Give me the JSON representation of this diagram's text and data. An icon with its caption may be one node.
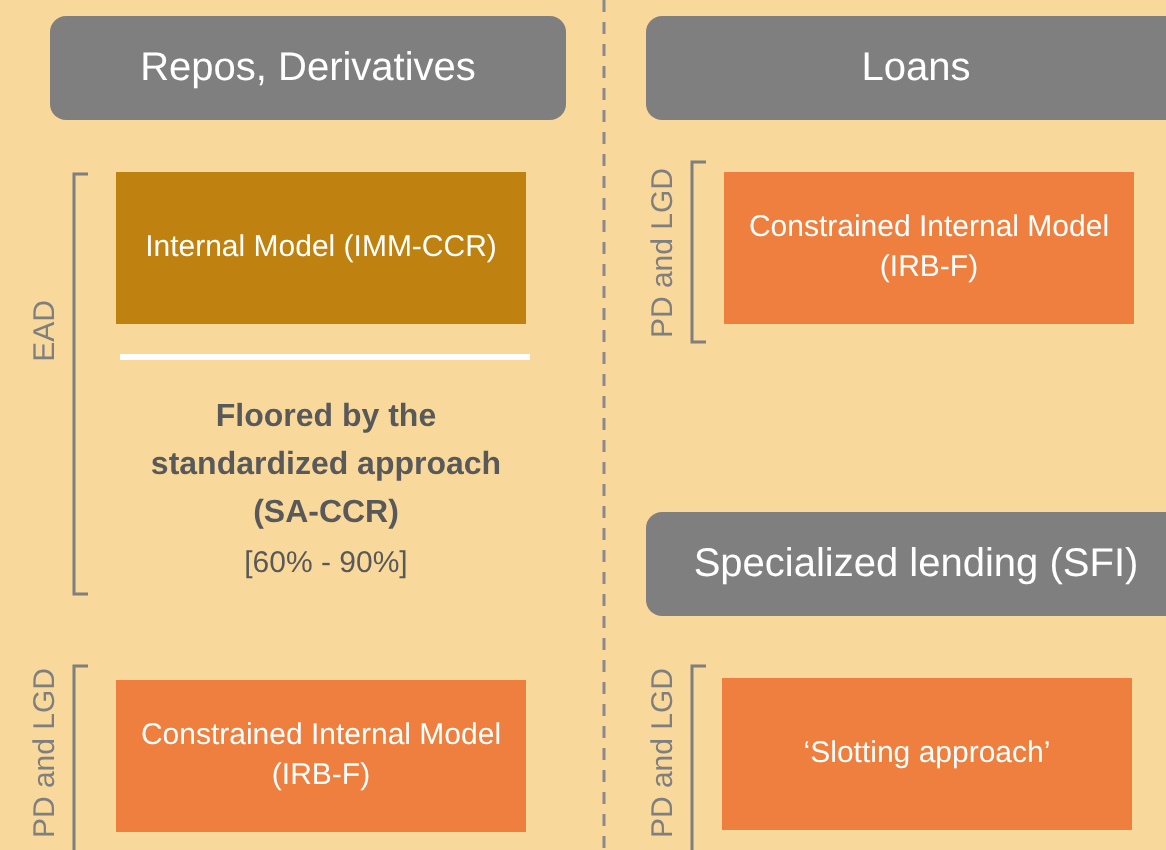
{
  "diagram": {
    "nodes": [
      {
        "text": [
          "Repos, Derivatives"
        ]
      },
      {
        "text": [
          "Internal Model (IMM-CCR)"
        ]
      },
      {
        "text": [
          "Constrained Internal Model (IRB-F)"
        ]
      },
      {
        "text": [
          "Loans"
        ]
      },
      {
        "text": [
          "Constrained Internal Model (IRB-F)"
        ]
      },
      {
        "text": [
          "Specialized lending (SFI)"
        ]
      },
      {
        "text": [
          "‘Slotting approach’"
        ]
      }
    ],
    "labels": [
      "EAD",
      "Floored by the standardized approach (SA-CCR)",
      "[60% - 90%]",
      "PD and LGD",
      "PD and LGD",
      "PD and LGD"
    ]
  }
}
